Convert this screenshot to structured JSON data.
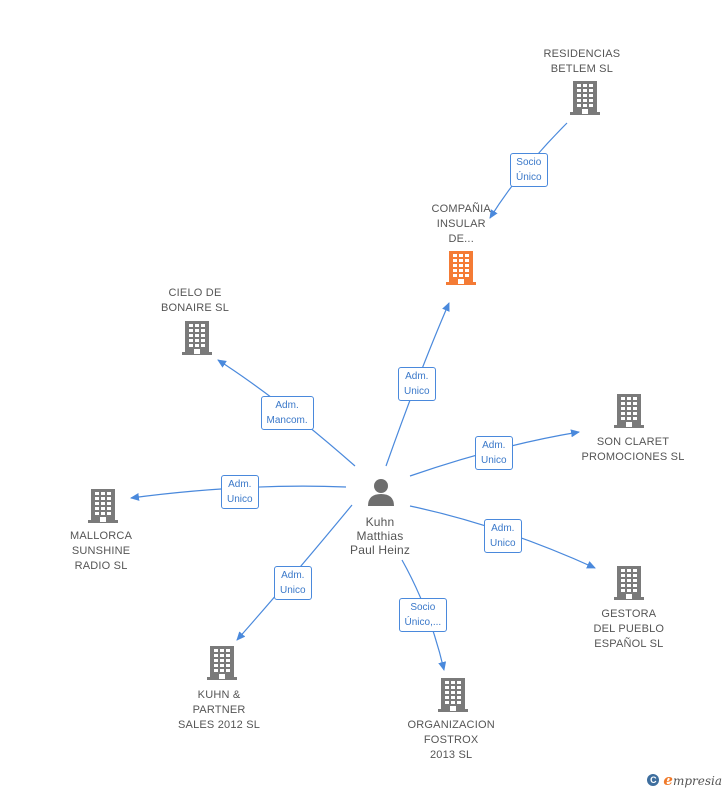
{
  "colors": {
    "edge": "#4a89dc",
    "building": "#7a7a7a",
    "building_highlight": "#f47b35",
    "person": "#6e6e6e"
  },
  "center": {
    "name": "Kuhn\nMatthias\nPaul Heinz",
    "icon": "person-icon"
  },
  "companies": [
    {
      "id": "residencias",
      "name": "RESIDENCIAS\nBETLEM SL",
      "icon": "building-icon",
      "highlight": false
    },
    {
      "id": "compania",
      "name": "COMPAÑIA\nINSULAR\nDE...",
      "icon": "building-icon",
      "highlight": true
    },
    {
      "id": "cielo",
      "name": "CIELO DE\nBONAIRE SL",
      "icon": "building-icon",
      "highlight": false
    },
    {
      "id": "sonclaret",
      "name": "SON CLARET\nPROMOCIONES SL",
      "icon": "building-icon",
      "highlight": false
    },
    {
      "id": "mallorca",
      "name": "MALLORCA\nSUNSHINE\nRADIO SL",
      "icon": "building-icon",
      "highlight": false
    },
    {
      "id": "gestora",
      "name": "GESTORA\nDEL PUEBLO\nESPAÑOL SL",
      "icon": "building-icon",
      "highlight": false
    },
    {
      "id": "kuhnpartner",
      "name": "KUHN &\nPARTNER\nSALES 2012 SL",
      "icon": "building-icon",
      "highlight": false
    },
    {
      "id": "fostrox",
      "name": "ORGANIZACION\nFOSTROX\n2013 SL",
      "icon": "building-icon",
      "highlight": false
    }
  ],
  "relations": [
    {
      "from": "residencias",
      "to": "compania",
      "label": "Socio\nÚnico"
    },
    {
      "from": "center",
      "to": "compania",
      "label": "Adm.\nUnico"
    },
    {
      "from": "center",
      "to": "cielo",
      "label": "Adm.\nMancom."
    },
    {
      "from": "center",
      "to": "sonclaret",
      "label": "Adm.\nUnico"
    },
    {
      "from": "center",
      "to": "mallorca",
      "label": "Adm.\nUnico"
    },
    {
      "from": "center",
      "to": "gestora",
      "label": "Adm.\nUnico"
    },
    {
      "from": "center",
      "to": "kuhnpartner",
      "label": "Adm.\nUnico"
    },
    {
      "from": "center",
      "to": "fostrox",
      "label": "Socio\nÚnico,..."
    }
  ],
  "footer": {
    "copyright_symbol": "C",
    "brand_initial": "e",
    "brand_rest": "mpresia"
  }
}
